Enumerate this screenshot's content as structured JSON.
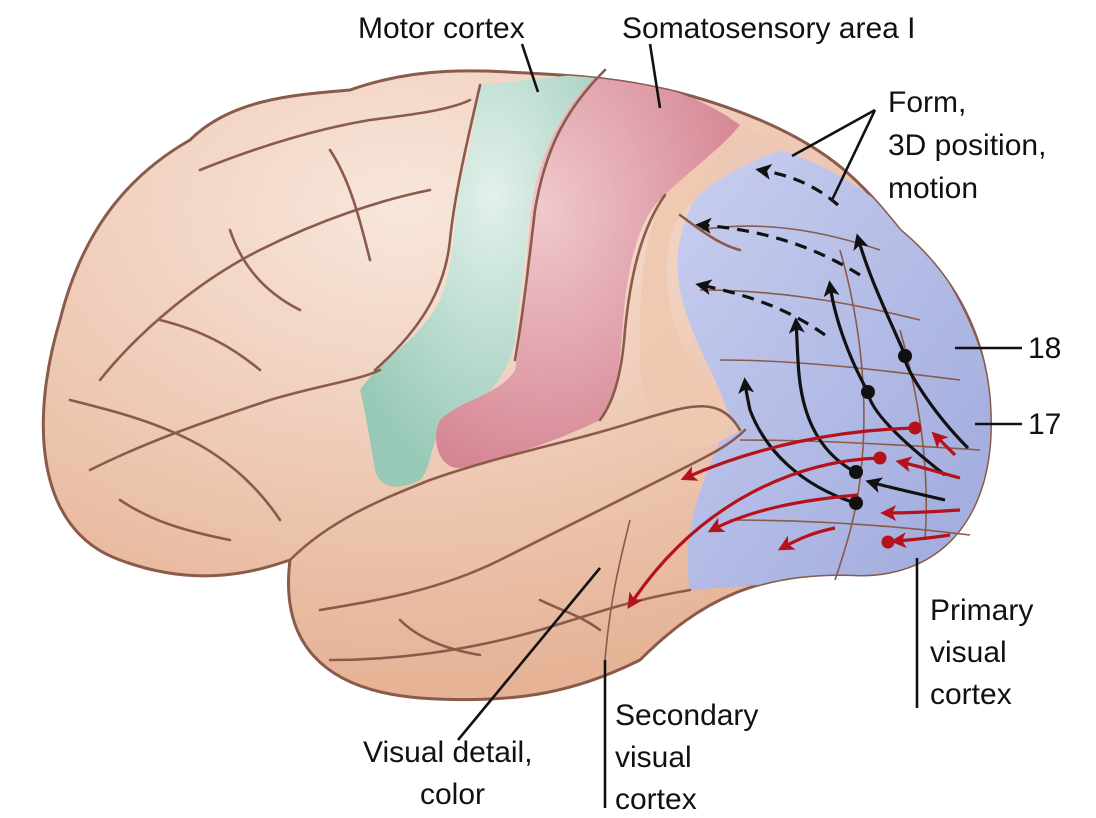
{
  "labels": {
    "motor_cortex": "Motor cortex",
    "somatosensory": "Somatosensory area I",
    "form_line1": "Form,",
    "form_line2": "3D position,",
    "form_line3": "motion",
    "area_18": "18",
    "area_17": "17",
    "primary_line1": "Primary",
    "primary_line2": "visual",
    "primary_line3": "cortex",
    "secondary_line1": "Secondary",
    "secondary_line2": "visual",
    "secondary_line3": "cortex",
    "detail_line1": "Visual detail,",
    "detail_line2": "color"
  },
  "colors": {
    "brain": "#ecbfa4",
    "brain_outline": "#8a5a4a",
    "motor": "#a9d4c4",
    "somatosensory": "#d98f9c",
    "visual": "#b6bfe6",
    "dorsal_arrow": "#111111",
    "ventral_arrow": "#b5121b"
  },
  "icons": {
    "dorsal_pathway": "black-arrow-icon",
    "ventral_pathway": "red-arrow-icon"
  }
}
